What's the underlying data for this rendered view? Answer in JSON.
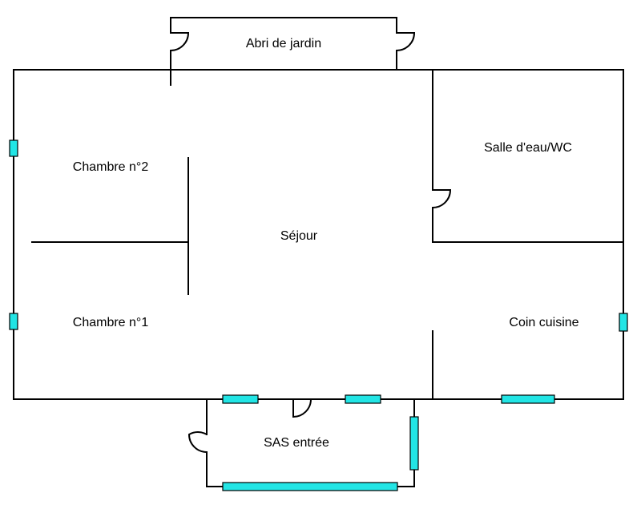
{
  "rooms": {
    "abri": "Abri de jardin",
    "chambre2": "Chambre n°2",
    "sejour": "Séjour",
    "salle_eau": "Salle d'eau/WC",
    "chambre1": "Chambre n°1",
    "coin_cuisine": "Coin cuisine",
    "sas": "SAS entrée"
  },
  "colors": {
    "wall": "#000000",
    "window": "#22e5e5",
    "background": "#ffffff"
  }
}
